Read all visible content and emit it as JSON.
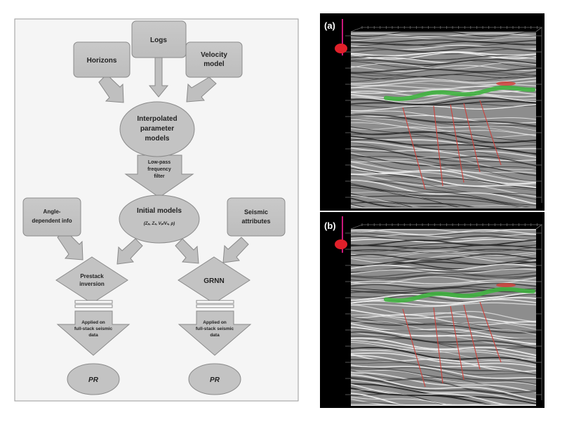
{
  "flowchart": {
    "logs": "Logs",
    "horizons": "Horizons",
    "velocity_model": [
      "Velocity",
      "model"
    ],
    "interpolated_models": [
      "Interpolated",
      "parameter",
      "models"
    ],
    "lowpass_filter": [
      "Low-pass",
      "frequency",
      "filter"
    ],
    "initial_models": "Initial models",
    "initial_models_params": "(Zₚ, Zₛ, Vₚ/Vₛ, ρ)",
    "angle_info": [
      "Angle-",
      "dependent info"
    ],
    "seismic_attributes": [
      "Seismic",
      "attributes"
    ],
    "prestack_inversion": [
      "Prestack",
      "inversion"
    ],
    "grnn": "GRNN",
    "applied_left": [
      "Applied on",
      "full-stack seismic",
      "data"
    ],
    "applied_right": [
      "Applied on",
      "full-stack seismic",
      "data"
    ],
    "pr_left": "PR",
    "pr_right": "PR"
  },
  "panels": {
    "a_label": "(a)",
    "b_label": "(b)",
    "colors": {
      "background": "#000000",
      "horizon": "#3fb33f",
      "fault": "#d0403a",
      "cursor": "#c9187a"
    }
  }
}
